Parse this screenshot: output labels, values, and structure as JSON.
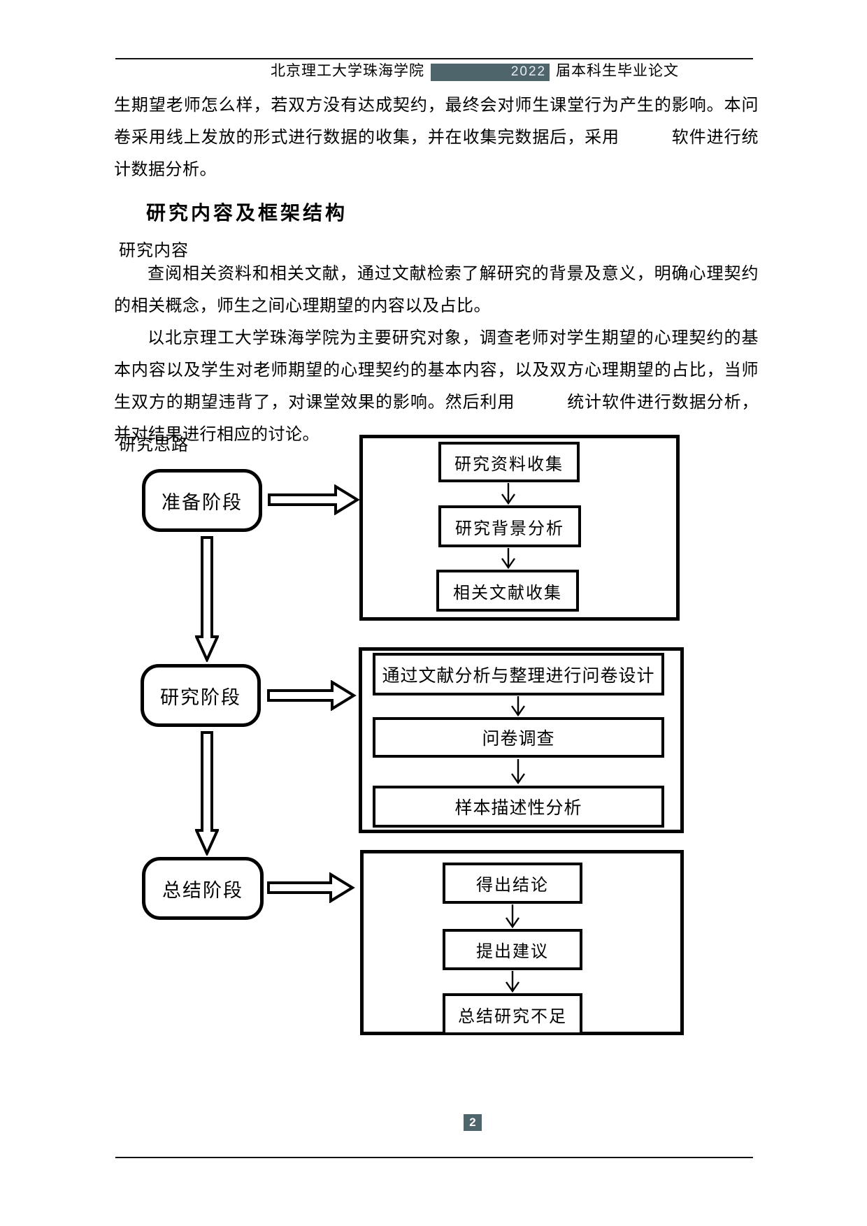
{
  "colors": {
    "field_shading": "#4e656b",
    "text": "#000000",
    "page_background": "#ffffff"
  },
  "header": {
    "institution": "北京理工大学珠海学院",
    "year": "2022",
    "suffix": "届本科生毕业论文"
  },
  "content": {
    "para1": "生期望老师怎么样，若双方没有达成契约，最终会对师生课堂行为产生的影响。本问卷采用线上发放的形式进行数据的收集，并在收集完数据后，采用　　　软件进行统计数据分析。",
    "section_heading": "研究内容及框架结构",
    "sub1": "研究内容",
    "para2": "查阅相关资料和相关文献，通过文献检索了解研究的背景及意义，明确心理契约的相关概念，师生之间心理期望的内容以及占比。",
    "para3": "以北京理工大学珠海学院为主要研究对象，调查老师对学生期望的心理契约的基本内容以及学生对老师期望的心理契约的基本内容，以及双方心理期望的占比，当师生双方的期望违背了，对课堂效果的影响。然后利用　　　统计软件进行数据分析，并对结果进行相应的讨论。",
    "sub2": "研究思路"
  },
  "flowchart": {
    "stages": [
      {
        "label": "准备阶段",
        "steps": [
          "研究资料收集",
          "研究背景分析",
          "相关文献收集"
        ]
      },
      {
        "label": "研究阶段",
        "steps": [
          "通过文献分析与整理进行问卷设计",
          "问卷调查",
          "样本描述性分析"
        ]
      },
      {
        "label": "总结阶段",
        "steps": [
          "得出结论",
          "提出建议",
          "总结研究不足"
        ]
      }
    ]
  },
  "footer": {
    "page_number": "2"
  }
}
